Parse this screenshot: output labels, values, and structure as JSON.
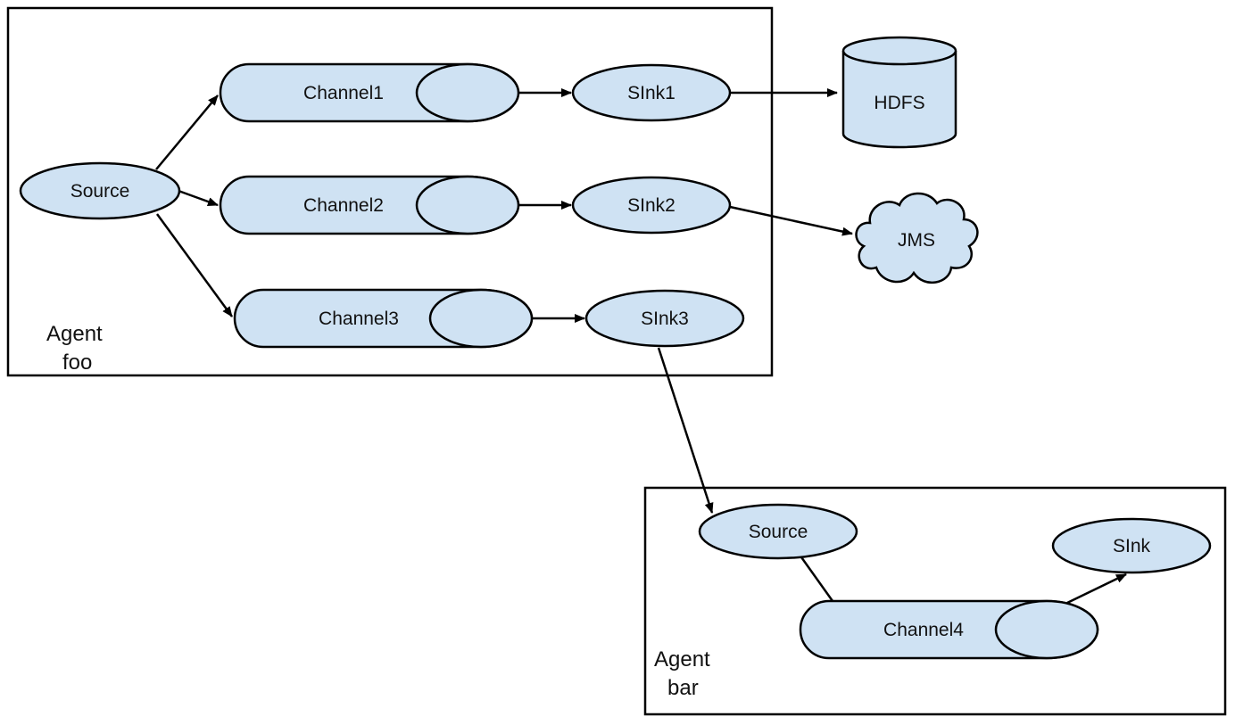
{
  "diagram": {
    "agent_foo": {
      "label_line1": "Agent",
      "label_line2": "foo"
    },
    "agent_bar": {
      "label_line1": "Agent",
      "label_line2": "bar"
    },
    "foo_source": "Source",
    "channel1": "Channel1",
    "channel2": "Channel2",
    "channel3": "Channel3",
    "sink1": "SInk1",
    "sink2": "SInk2",
    "sink3": "SInk3",
    "hdfs": "HDFS",
    "jms": "JMS",
    "bar_source": "Source",
    "channel4": "Channel4",
    "bar_sink": "SInk",
    "colors": {
      "node_fill": "#cfe2f3",
      "stroke": "#000000"
    }
  }
}
